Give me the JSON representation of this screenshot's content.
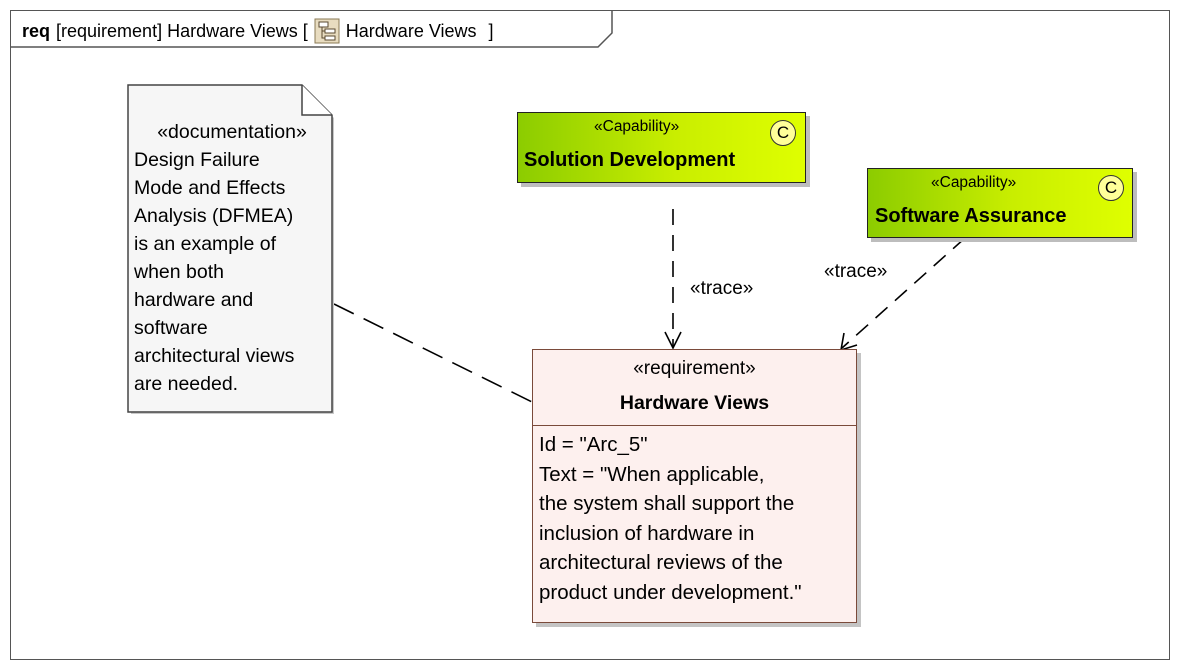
{
  "header": {
    "kind": "req",
    "label": "[requirement] Hardware Views [",
    "icon": "diagram-icon",
    "name": "Hardware Views",
    "close": "]"
  },
  "note": {
    "stereotype": "«documentation»",
    "lines": [
      "Design Failure",
      "Mode and Effects",
      "Analysis (DFMEA)",
      "is an example of",
      "when both",
      "hardware and",
      "software",
      "architectural views",
      "are needed."
    ]
  },
  "capabilities": [
    {
      "stereotype": "«Capability»",
      "name": "Solution Development",
      "icon_text": "C"
    },
    {
      "stereotype": "«Capability»",
      "name": "Software Assurance",
      "icon_text": "C"
    }
  ],
  "requirement": {
    "stereotype": "«requirement»",
    "name": "Hardware Views",
    "lines": [
      "Id = \"Arc_5\"",
      "Text = \"When applicable,",
      "the system shall support the",
      "inclusion of hardware in",
      "architectural reviews of the",
      "product under development.\""
    ]
  },
  "relations": [
    {
      "label": "«trace»",
      "from": "Solution Development",
      "to": "Hardware Views"
    },
    {
      "label": "«trace»",
      "from": "Software Assurance",
      "to": "Hardware Views"
    }
  ],
  "colors": {
    "capability_fill_start": "#8ccc00",
    "capability_fill_end": "#dfff00",
    "requirement_fill": "#fdf0ee",
    "requirement_border": "#7a4a3a",
    "note_fill": "#f6f6f6"
  }
}
